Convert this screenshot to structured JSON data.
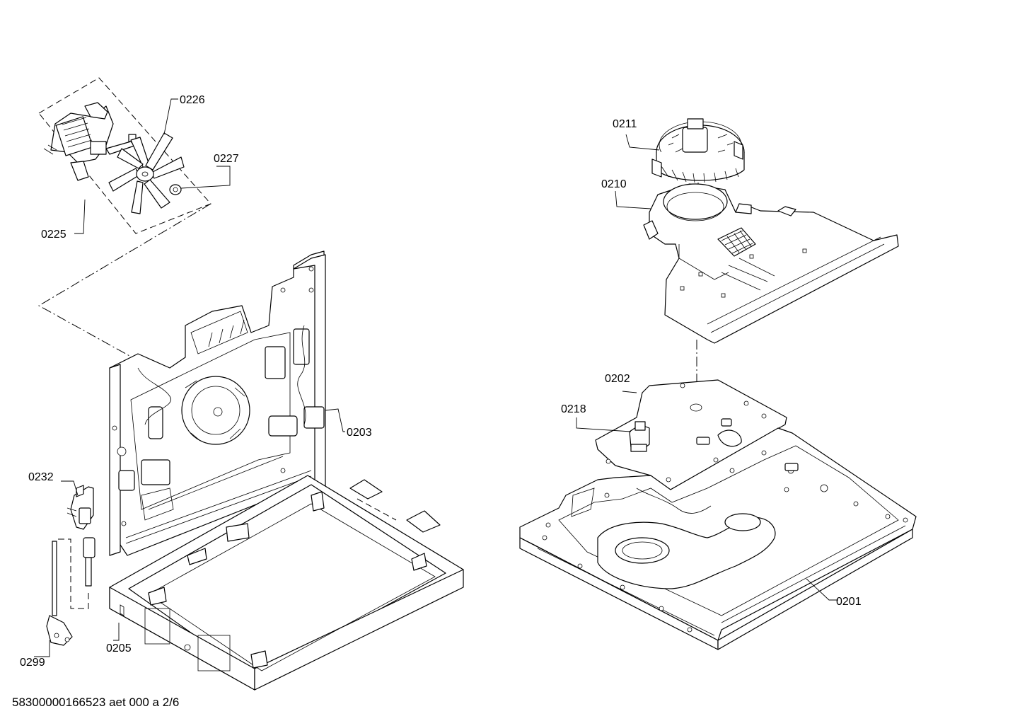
{
  "footer_text": "58300000166523 aet 000 a 2/6",
  "labels": {
    "p0226": "0226",
    "p0227": "0227",
    "p0225": "0225",
    "p0211": "0211",
    "p0210": "0210",
    "p0202": "0202",
    "p0218": "0218",
    "p0203": "0203",
    "p0232": "0232",
    "p0205": "0205",
    "p0299": "0299",
    "p0201": "0201"
  }
}
